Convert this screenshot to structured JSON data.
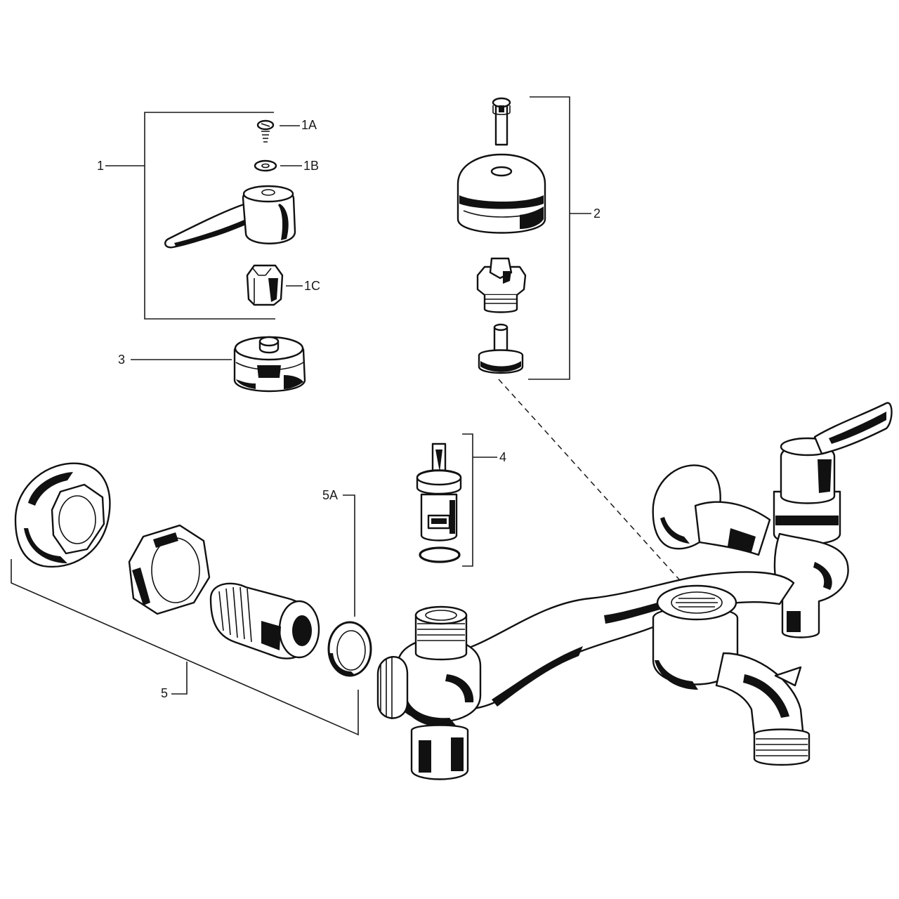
{
  "callouts": {
    "c1": "1",
    "c1a": "1A",
    "c1b": "1B",
    "c1c": "1C",
    "c2": "2",
    "c3": "3",
    "c4": "4",
    "c5": "5",
    "c5a": "5A"
  },
  "colors": {
    "ink": "#111111",
    "paper": "#ffffff"
  }
}
